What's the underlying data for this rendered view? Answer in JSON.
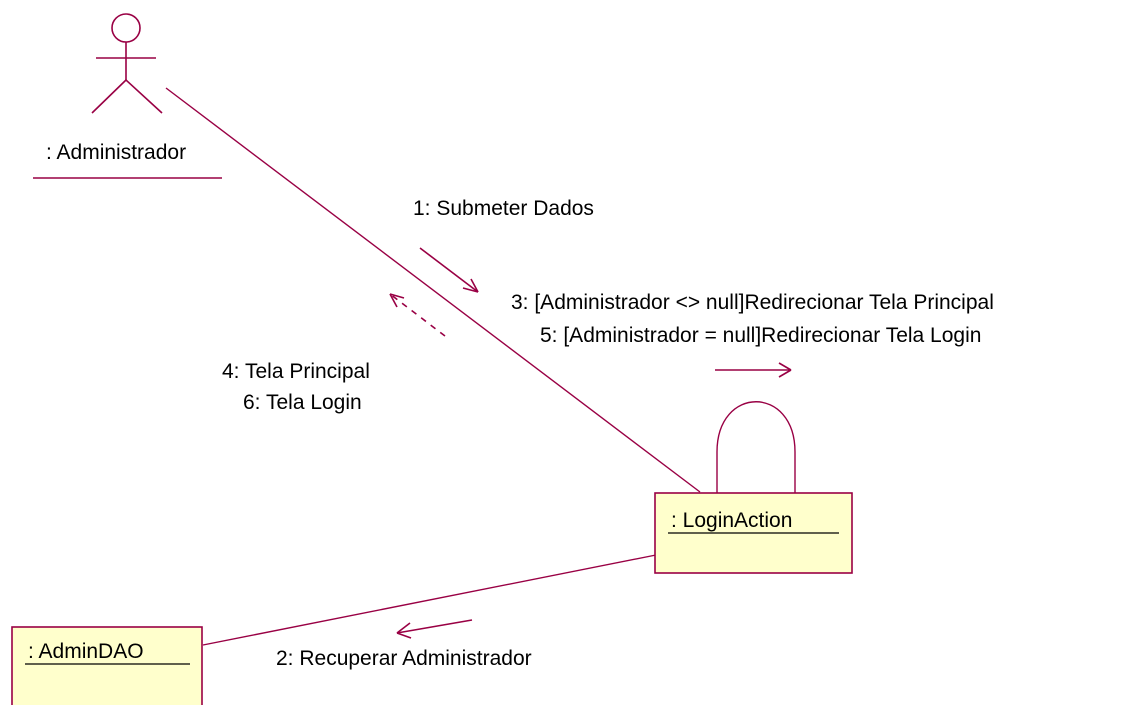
{
  "actor": {
    "name": ": Administrador"
  },
  "objects": {
    "login_action": ": LoginAction",
    "admin_dao": ": AdminDAO"
  },
  "messages": {
    "m1": "1: Submeter Dados",
    "m2": "2: Recuperar Administrador",
    "m3": "3: [Administrador <> null]Redirecionar Tela Principal",
    "m5": "5: [Administrador = null]Redirecionar Tela Login",
    "m4": "4: Tela Principal",
    "m6": "6: Tela Login"
  },
  "colors": {
    "line": "#990044",
    "object_fill": "#ffffcc",
    "text": "#000000"
  }
}
